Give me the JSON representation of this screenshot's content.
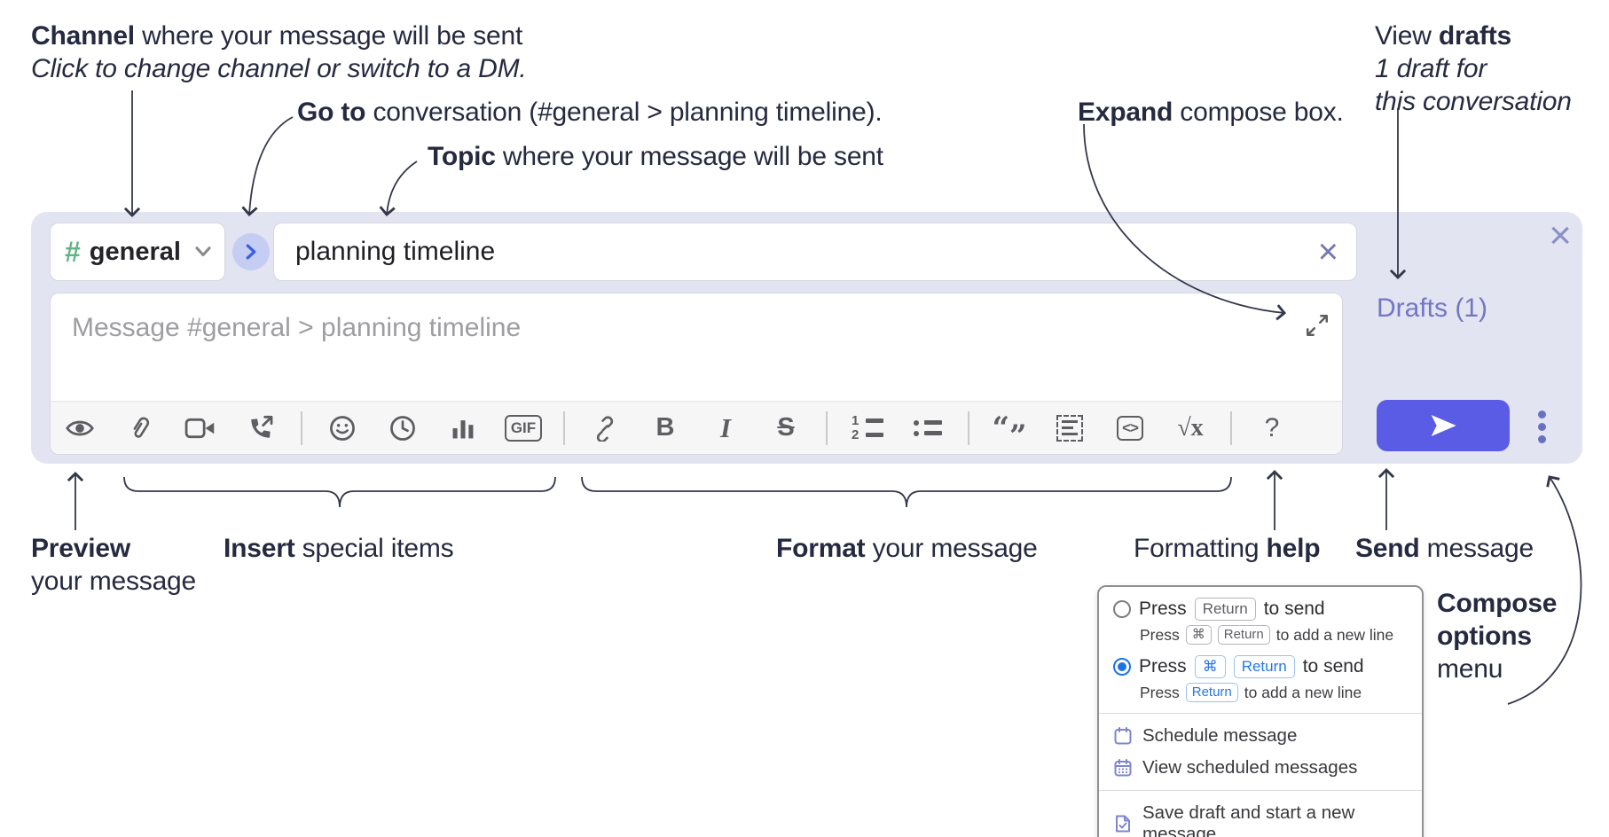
{
  "annotations": {
    "channel": {
      "bold": "Channel",
      "rest": " where your message will be sent",
      "sub": "Click to change channel or switch to a DM."
    },
    "goto": {
      "bold": "Go to",
      "rest": " conversation (#general > planning timeline)."
    },
    "topic": {
      "bold": "Topic",
      "rest": " where your message will be sent"
    },
    "expand": {
      "bold": "Expand",
      "rest": " compose box."
    },
    "view_drafts": {
      "line1_pre": "View ",
      "line1_bold": "drafts",
      "line2": "1 draft for",
      "line3": "this conversation"
    },
    "preview": {
      "bold": "Preview",
      "line2": "your message"
    },
    "insert": {
      "bold": "Insert",
      "rest": " special items"
    },
    "format": {
      "bold": "Format",
      "rest": " your message"
    },
    "help": {
      "pre": "Formatting ",
      "bold": "help"
    },
    "send": {
      "bold": "Send",
      "rest": " message"
    },
    "compose_options": {
      "line1": "Compose",
      "line2": "options",
      "line3": "menu"
    }
  },
  "compose": {
    "channel_selector": {
      "hash": "#",
      "name": "general"
    },
    "topic_value": "planning timeline",
    "close_x": "×",
    "message_placeholder": "Message #general > planning timeline",
    "drafts_label": "Drafts (1)",
    "toolbar": {
      "icons": [
        "preview-eye",
        "paperclip",
        "video",
        "phone-call",
        "emoji",
        "clock",
        "bar-chart",
        "gif",
        "link",
        "bold",
        "italic",
        "strikethrough",
        "ordered-list",
        "bullet-list",
        "blockquote",
        "code-snippet",
        "code",
        "formula",
        "help"
      ],
      "gif_label": "GIF",
      "bold_label": "B",
      "italic_label": "I",
      "strike_label": "S",
      "code_label": "<>",
      "formula_label": "√x",
      "help_label": "?",
      "ol_num1": "1",
      "ol_num2": "2",
      "quote_open": "“",
      "quote_close": "”"
    }
  },
  "options_menu": {
    "radio1": {
      "pre": "Press",
      "key": "Return",
      "post": "to send",
      "sub_pre": "Press",
      "sub_key1": "⌘",
      "sub_key2": "Return",
      "sub_post": "to add a new line"
    },
    "radio2": {
      "pre": "Press",
      "key1": "⌘",
      "key2": "Return",
      "post": "to send",
      "sub_pre": "Press",
      "sub_key": "Return",
      "sub_post": "to add a new line"
    },
    "items": [
      {
        "icon": "calendar",
        "label": "Schedule message"
      },
      {
        "icon": "calendar-grid",
        "label": "View scheduled messages"
      },
      {
        "icon": "save-draft",
        "label": "Save draft and start a new message"
      }
    ]
  },
  "colors": {
    "compose_bg": "#e2e4f1",
    "accent_purple": "#5a5ce5",
    "link_purple": "#7277c5",
    "channel_green": "#5fb586",
    "key_blue": "#2577e6",
    "icon_gray": "#5e5e62"
  }
}
